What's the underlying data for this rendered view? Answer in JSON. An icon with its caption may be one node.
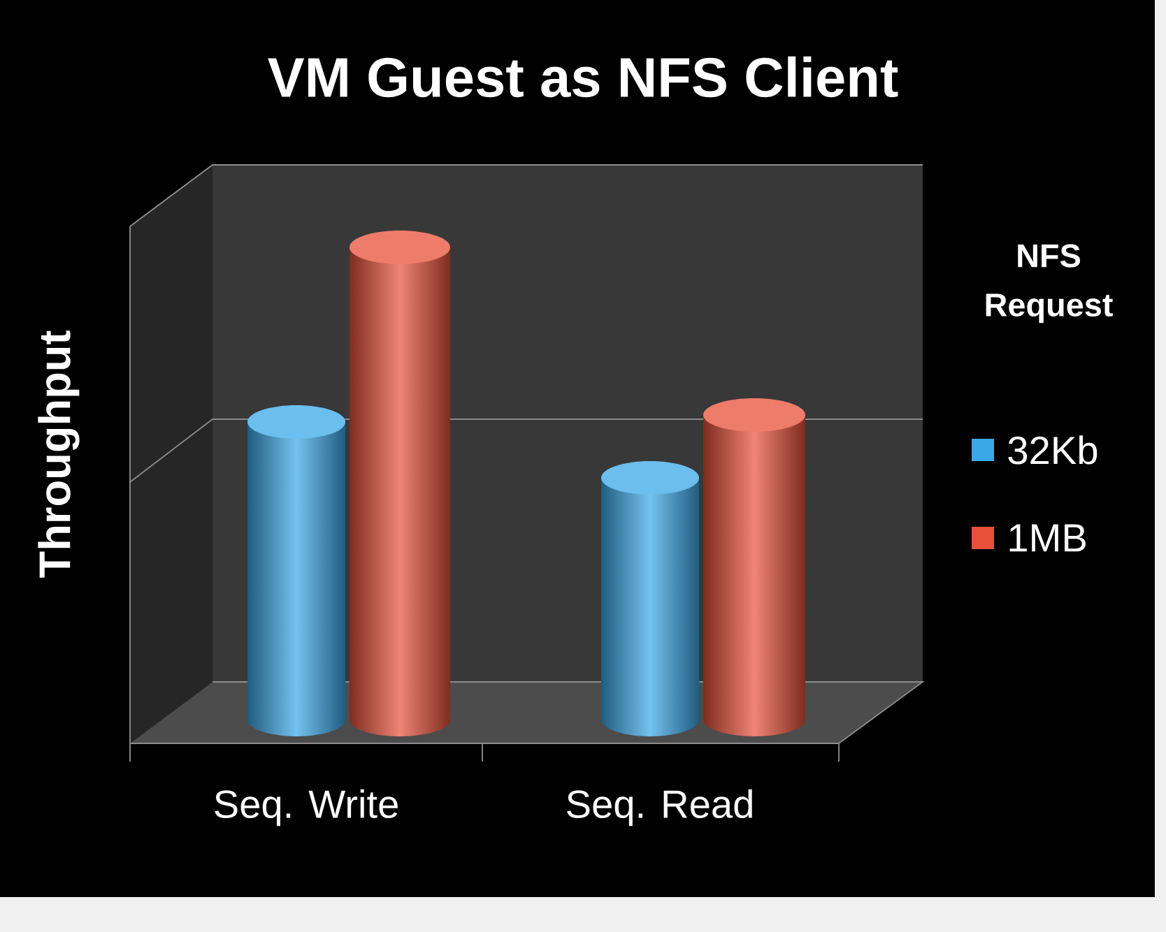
{
  "diagram": {
    "title": "VM Guest as NFS Client",
    "labels": [
      "Throughput",
      "Seq. Write",
      "Seq. Read",
      "NFS Request"
    ],
    "legend": [
      {
        "text": "32Kb",
        "color": "#3aa8e8"
      },
      {
        "text": "1MB",
        "color": "#e8503a"
      }
    ]
  }
}
